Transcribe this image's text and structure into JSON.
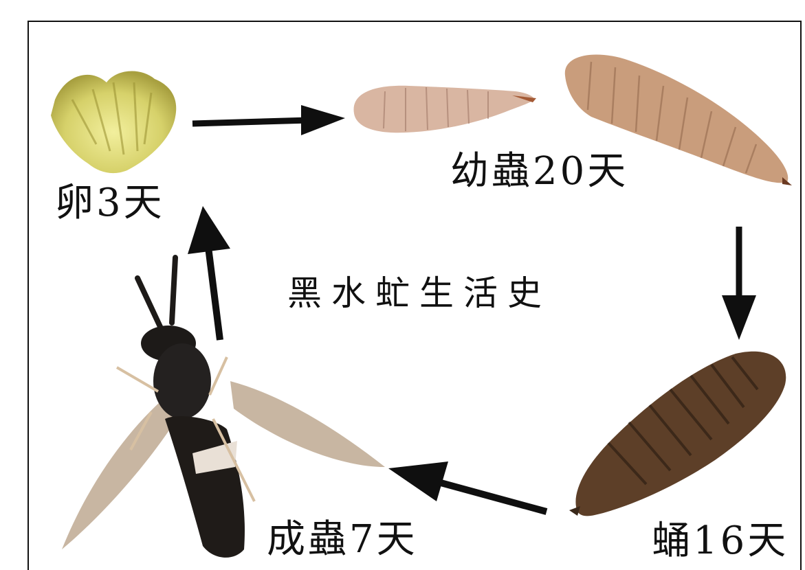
{
  "title": "黑水虻生活史",
  "stages": {
    "egg": {
      "label": "卵3天"
    },
    "larva": {
      "label": "幼蟲20天"
    },
    "pupa": {
      "label": "蛹16天"
    },
    "adult": {
      "label": "成蟲7天"
    }
  },
  "colors": {
    "egg": "#d8d56a",
    "larva_small": "#d7b29b",
    "larva_large": "#cfa57e",
    "pupa": "#5c3f28",
    "adult": "#1d1a18",
    "arrow": "#0f0f0f"
  }
}
